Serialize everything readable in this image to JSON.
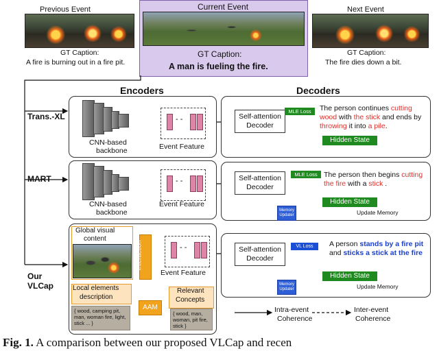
{
  "top": {
    "previous": {
      "label": "Previous Event",
      "gt_label": "GT Caption:",
      "caption": "A fire is burning out in a fire pit."
    },
    "current": {
      "label": "Current Event",
      "gt_label": "GT Caption:",
      "caption": "A man is fueling the fire."
    },
    "next": {
      "label": "Next Event",
      "gt_label": "GT Caption:",
      "caption": "The fire dies down a bit."
    }
  },
  "headers": {
    "encoders": "Encoders",
    "decoders": "Decoders"
  },
  "rows": [
    {
      "method": "Trans.-XL",
      "backbone_line1": "CNN-based",
      "backbone_line2": "backbone",
      "event_feature": "Event Feature",
      "decoder_line1": "Self-attention",
      "decoder_line2": "Decoder",
      "loss": "MLE Loss",
      "hidden_state": "Hidden State",
      "output": [
        {
          "t": "The person continues ",
          "c": "plain"
        },
        {
          "t": "cutting wood",
          "c": "red"
        },
        {
          "t": " with ",
          "c": "plain"
        },
        {
          "t": "the stick",
          "c": "red"
        },
        {
          "t": " and ends by ",
          "c": "plain"
        },
        {
          "t": "throwing",
          "c": "red"
        },
        {
          "t": " it into ",
          "c": "plain"
        },
        {
          "t": "a pile",
          "c": "red"
        },
        {
          "t": ".",
          "c": "plain"
        }
      ]
    },
    {
      "method": "MART",
      "backbone_line1": "CNN-based",
      "backbone_line2": "backbone",
      "event_feature": "Event Feature",
      "decoder_line1": "Self-attention",
      "decoder_line2": "Decoder",
      "loss": "MLE Loss",
      "hidden_state": "Hidden State",
      "memory_line1": "Memory",
      "memory_line2": "Updater",
      "update_memory": "Update Memory",
      "output": [
        {
          "t": "The person then begins ",
          "c": "plain"
        },
        {
          "t": "cutting the fire",
          "c": "red"
        },
        {
          "t": " with a ",
          "c": "plain"
        },
        {
          "t": "stick",
          "c": "red"
        },
        {
          "t": " .",
          "c": "plain"
        }
      ]
    },
    {
      "method_line1": "Our",
      "method_line2": "VLCap",
      "global_visual_line1": "Global visual",
      "global_visual_line2": "content",
      "local_line1": "Local elements",
      "local_line2": "description",
      "local_tags": "{ wood, camping pit, man, woman fire, light, stick ... }",
      "interaction": "Interaction",
      "aam": "AAM",
      "relevant_line1": "Relevant",
      "relevant_line2": "Concepts",
      "relevant_tags": "{ wood, man, woman, pit fire, stick }",
      "event_feature": "Event Feature",
      "decoder_line1": "Self-attention",
      "decoder_line2": "Decoder",
      "loss": "VL Loss",
      "hidden_state": "Hidden State",
      "memory_line1": "Memory",
      "memory_line2": "Updater",
      "update_memory": "Update Memory",
      "output": [
        {
          "t": "A person ",
          "c": "plain"
        },
        {
          "t": "stands by a fire pit",
          "c": "blue"
        },
        {
          "t": " and ",
          "c": "plain"
        },
        {
          "t": "sticks a stick at the fire",
          "c": "blue"
        }
      ]
    }
  ],
  "legend": {
    "solid_line1": "Intra-event",
    "solid_line2": "Coherence",
    "dashed_line1": "Inter-event",
    "dashed_line2": "Coherence"
  },
  "caption": {
    "fig": "Fig. 1.",
    "text": " A comparison between our proposed VLCap and recen"
  },
  "colors": {
    "current_event_bg": "#d9c9ec",
    "feature_bar": "#de84a7",
    "mle_loss": "#1f8a1f",
    "vl_loss": "#1a4fd6",
    "memory_updater": "#2f5fd6",
    "error_text": "#e0302b",
    "highlight_text": "#1a3fd0",
    "interaction_block": "#f2a31d",
    "concept_block": "#fde4bf"
  }
}
